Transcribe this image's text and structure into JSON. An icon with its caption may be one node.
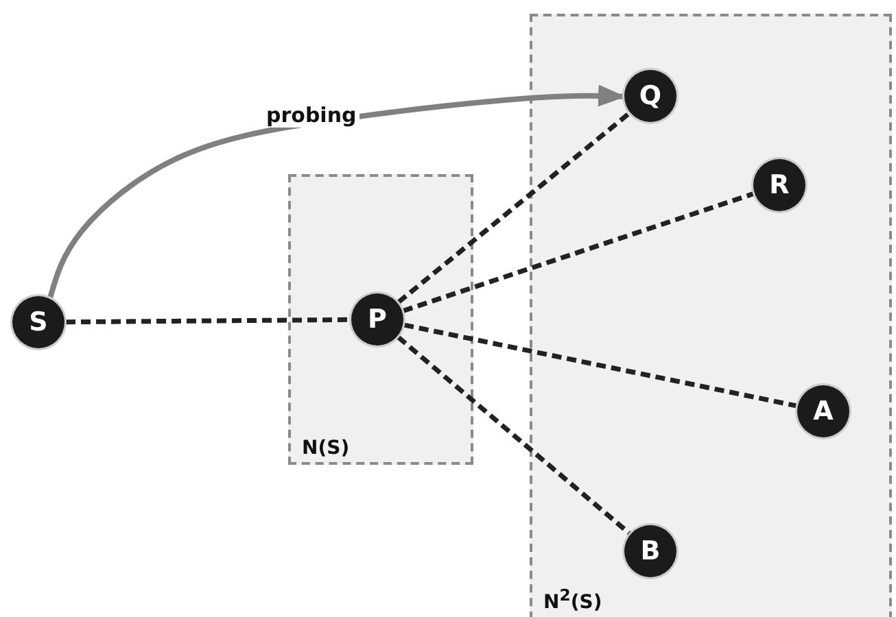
{
  "diagram": {
    "nodes": [
      {
        "text": [
          "S"
        ]
      },
      {
        "text": [
          "N(S)"
        ]
      },
      {
        "text": [
          "P"
        ],
        "in": 1
      },
      {
        "text": [
          "N$^{2}$(S)"
        ]
      },
      {
        "text": [
          "Q"
        ],
        "in": 3
      },
      {
        "text": [
          "R"
        ],
        "in": 3
      },
      {
        "text": [
          "A"
        ],
        "in": 3
      },
      {
        "text": [
          "B"
        ],
        "in": 3
      }
    ],
    "edges": [
      {
        "from": 0,
        "to": 4,
        "arrow": "to",
        "label": "probing",
        "color": "#808080"
      },
      {
        "from": 0,
        "to": 2,
        "arrow": "none",
        "style": "dashed"
      },
      {
        "from": 2,
        "to": 4,
        "arrow": "none",
        "style": "dashed"
      },
      {
        "from": 2,
        "to": 5,
        "arrow": "none",
        "style": "dashed"
      },
      {
        "from": 2,
        "to": 6,
        "arrow": "none",
        "style": "dashed"
      },
      {
        "from": 2,
        "to": 7,
        "arrow": "none",
        "style": "dashed"
      }
    ]
  }
}
